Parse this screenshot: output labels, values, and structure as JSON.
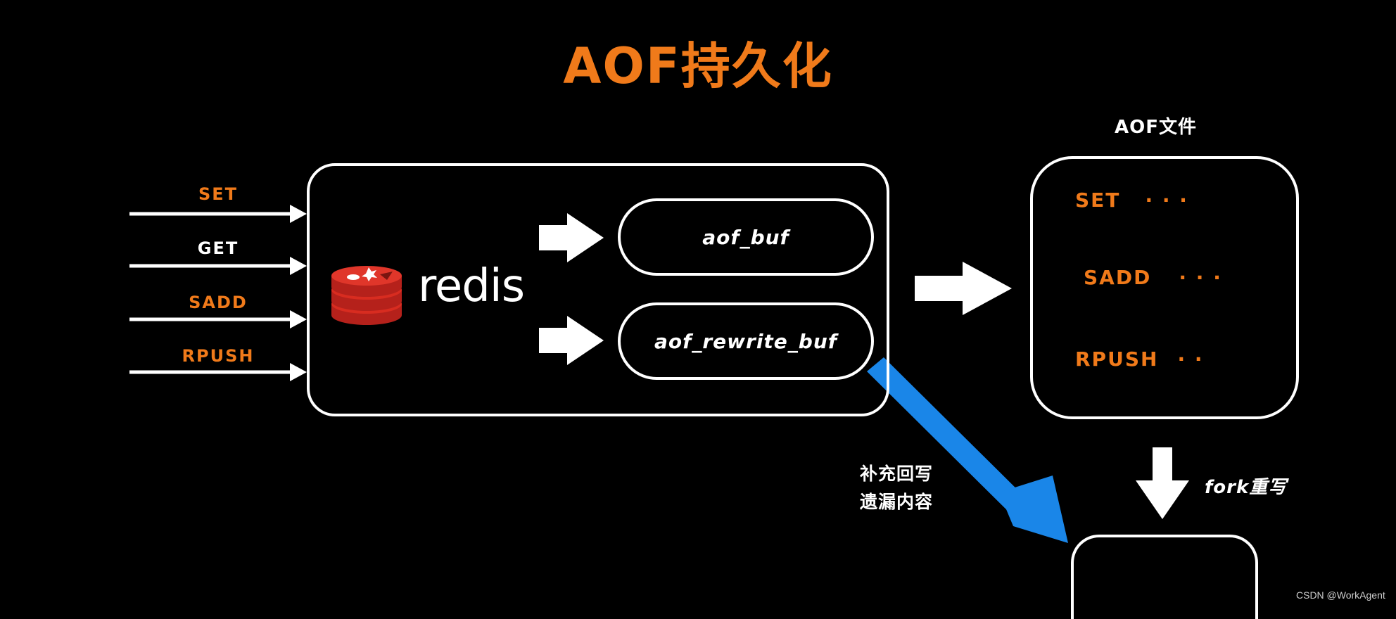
{
  "title": "AOF持久化",
  "commands": [
    {
      "label": "SET",
      "color": "#f07a1a"
    },
    {
      "label": "GET",
      "color": "#ffffff"
    },
    {
      "label": "SADD",
      "color": "#f07a1a"
    },
    {
      "label": "RPUSH",
      "color": "#f07a1a"
    }
  ],
  "redis": {
    "logo_text": "redis",
    "buffers": [
      "aof_buf",
      "aof_rewrite_buf"
    ]
  },
  "aof_file": {
    "title": "AOF文件",
    "rows": [
      {
        "cmd": "SET",
        "dots": "· · ·"
      },
      {
        "cmd": "SADD",
        "dots": "· · ·"
      },
      {
        "cmd": "RPUSH",
        "dots": "· ·"
      }
    ]
  },
  "rewrite_note": [
    "补充回写",
    "遗漏内容"
  ],
  "fork_label": "fork重写",
  "watermark": "CSDN @WorkAgent",
  "colors": {
    "accent": "#f07a1a",
    "blue_arrow": "#1a86e8",
    "redis_red": "#d82c20"
  }
}
